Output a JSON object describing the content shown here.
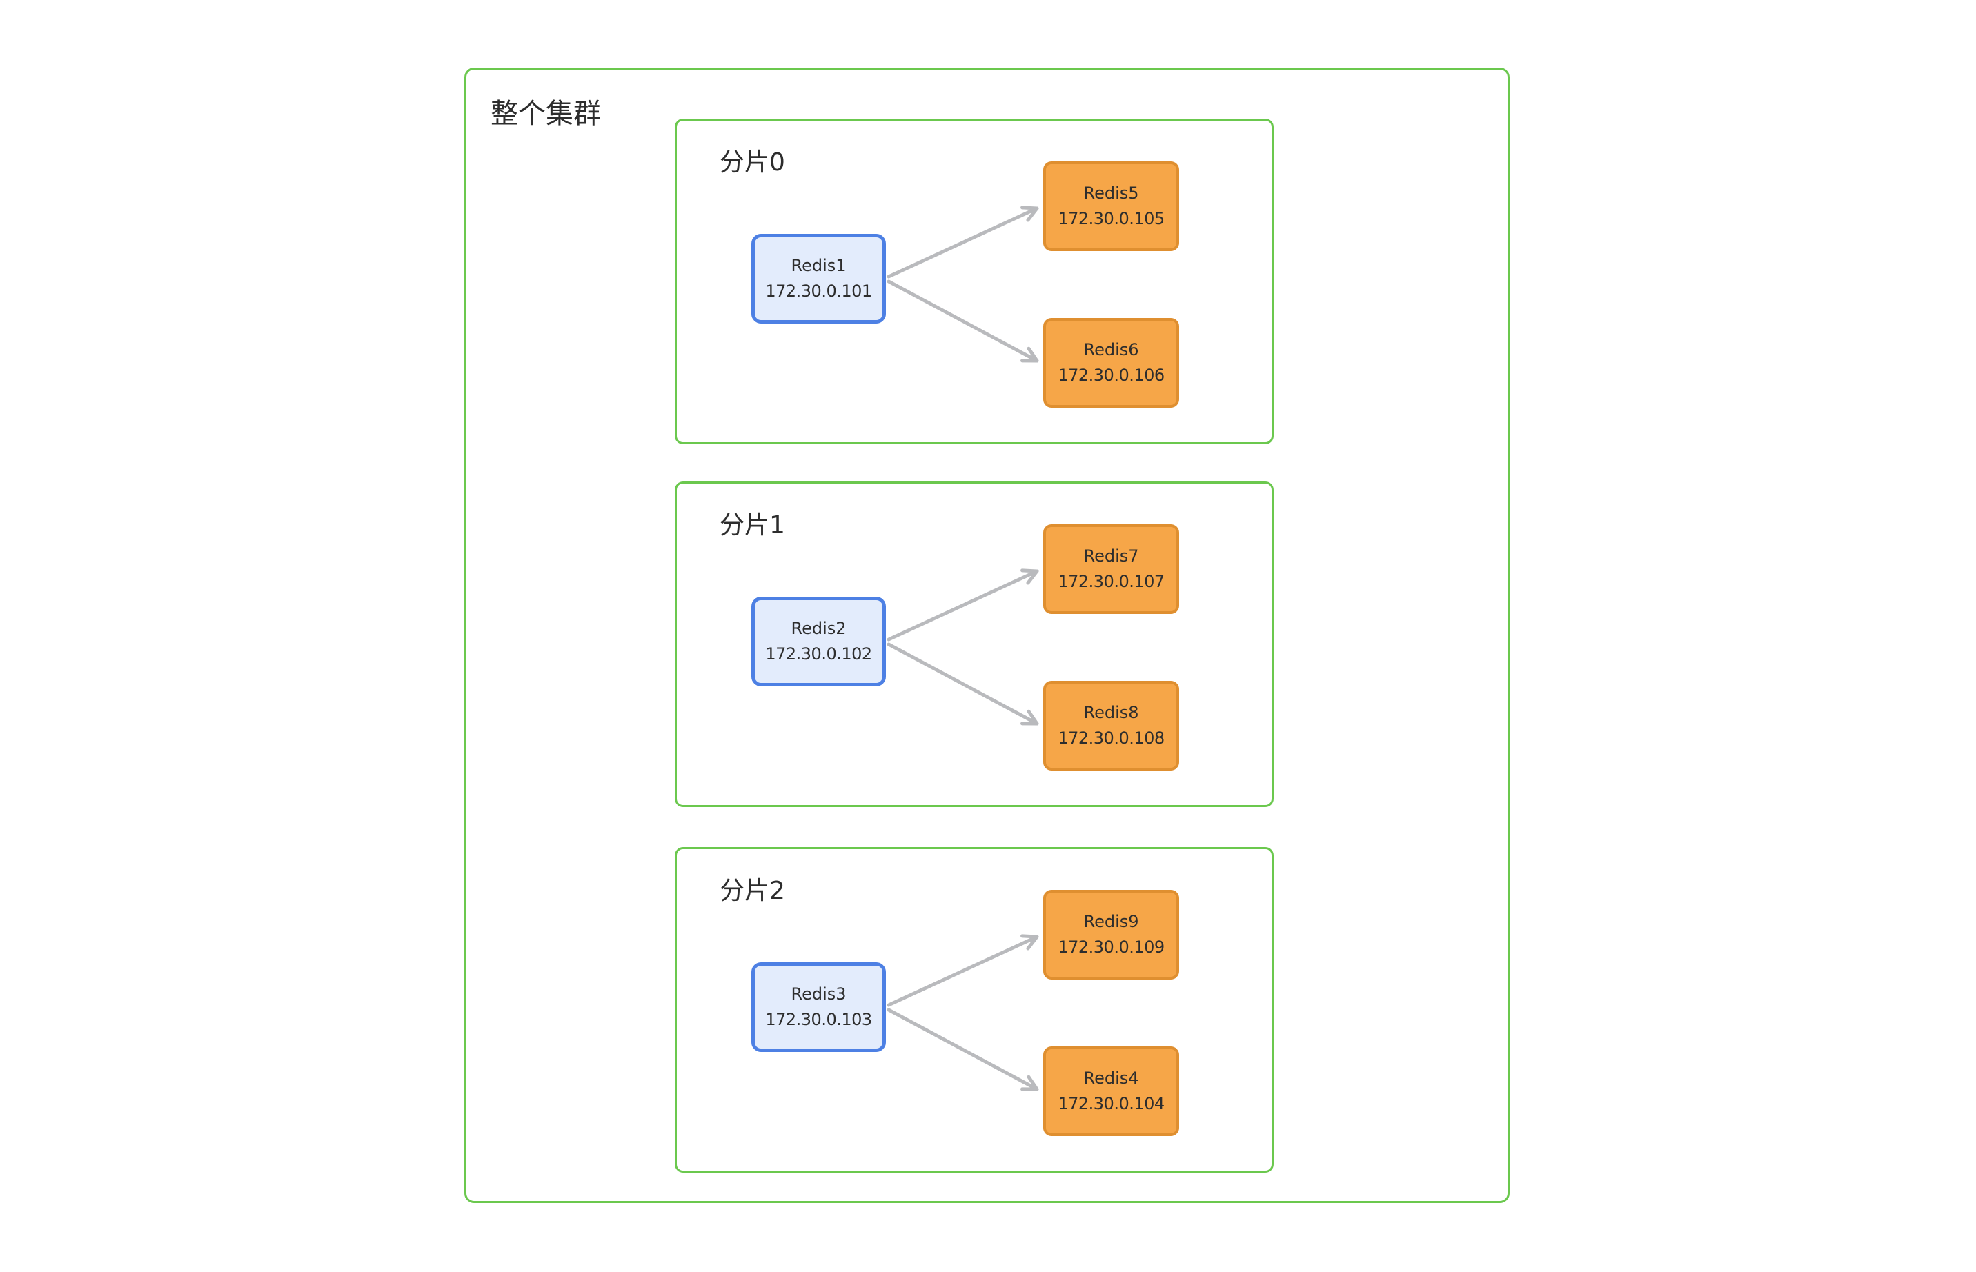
{
  "diagram": {
    "title": "整个集群",
    "shards": [
      {
        "label": "分片0",
        "master": {
          "name": "Redis1",
          "ip": "172.30.0.101"
        },
        "replicas": [
          {
            "name": "Redis5",
            "ip": "172.30.0.105"
          },
          {
            "name": "Redis6",
            "ip": "172.30.0.106"
          }
        ]
      },
      {
        "label": "分片1",
        "master": {
          "name": "Redis2",
          "ip": "172.30.0.102"
        },
        "replicas": [
          {
            "name": "Redis7",
            "ip": "172.30.0.107"
          },
          {
            "name": "Redis8",
            "ip": "172.30.0.108"
          }
        ]
      },
      {
        "label": "分片2",
        "master": {
          "name": "Redis3",
          "ip": "172.30.0.103"
        },
        "replicas": [
          {
            "name": "Redis9",
            "ip": "172.30.0.109"
          },
          {
            "name": "Redis4",
            "ip": "172.30.0.104"
          }
        ]
      }
    ]
  },
  "colors": {
    "green": "#6bc84e",
    "orange_fill": "#f6a648",
    "orange_border": "#df8f30",
    "blue_fill": "#e3ecfc",
    "blue_border": "#4d80e4",
    "arrow": "#b9babd",
    "text": "#2d2d2d",
    "bg": "#ffffff"
  }
}
